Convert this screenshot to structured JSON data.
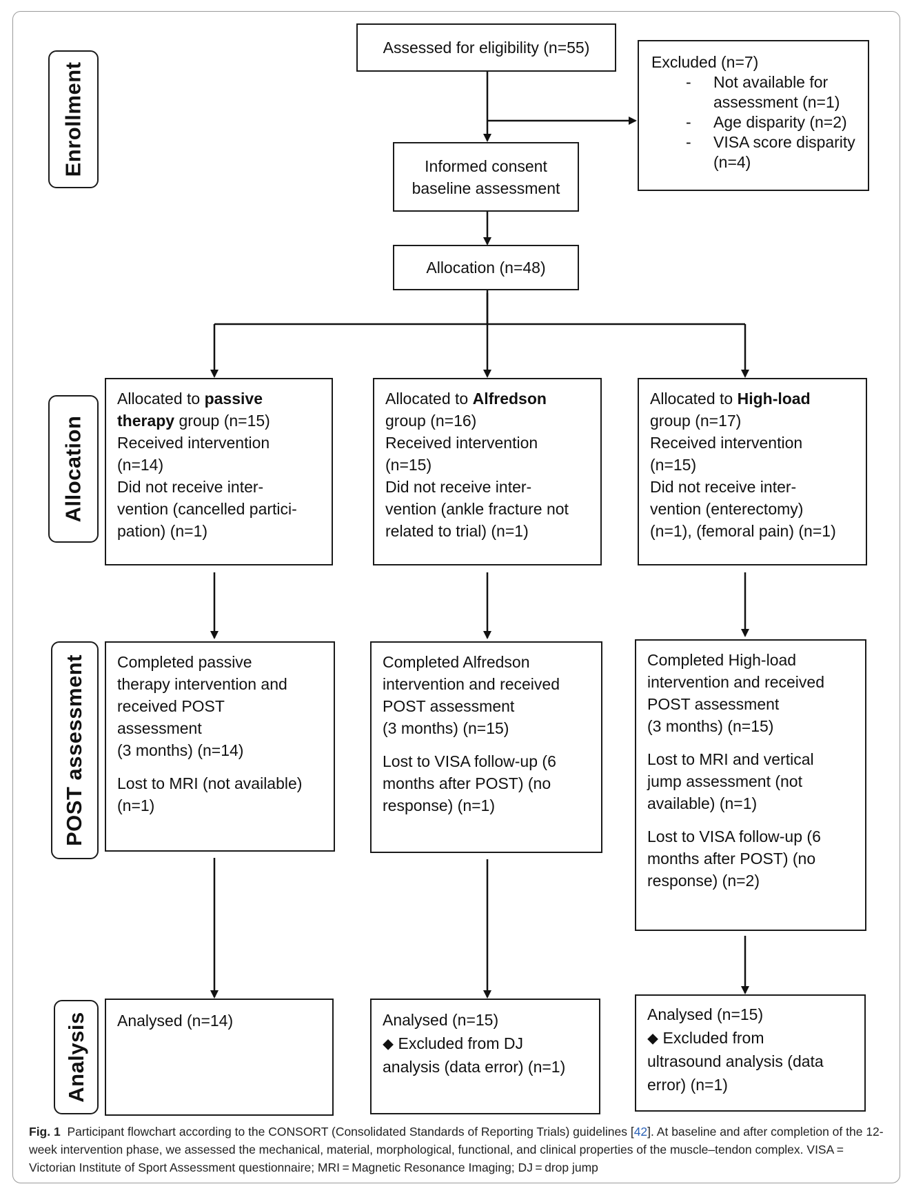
{
  "stages": {
    "enrollment": "Enrollment",
    "allocation": "Allocation",
    "post": "POST assessment",
    "analysis": "Analysis"
  },
  "enrollment": {
    "assessed": "Assessed for eligibility (n=55)",
    "excluded_title": "Excluded (n=7)",
    "excluded_items": [
      "Not available for assessment (n=1)",
      "Age disparity (n=2)",
      "VISA score disparity (n=4)"
    ],
    "excluded_item_lines": [
      [
        "Not available for",
        "assessment (n=1)"
      ],
      [
        "Age disparity (n=2)"
      ],
      [
        "VISA score disparity",
        "(n=4)"
      ]
    ],
    "consent_line1": "Informed consent",
    "consent_line2": "baseline assessment",
    "allocation": "Allocation (n=48)"
  },
  "groups": [
    {
      "alloc_prefix": "Allocated to ",
      "alloc_bold_a": "passive",
      "alloc_bold_b": "therapy",
      "alloc_rest": " group (n=15)",
      "received_line1": "Received intervention",
      "received_line2": "(n=14)",
      "not_received_lines": [
        "Did not receive inter-",
        "vention (cancelled partici-",
        "pation) (n=1)"
      ],
      "post_lines": [
        "Completed passive",
        "therapy intervention and",
        "received POST",
        "assessment",
        "(3 months) (n=14)"
      ],
      "post_lost": [
        [
          "Lost to MRI (not available)",
          "(n=1)"
        ]
      ],
      "analysis_title": "Analysed (n=14)",
      "analysis_excluded_lines": []
    },
    {
      "alloc_prefix": "Allocated to ",
      "alloc_bold_a": "Alfredson",
      "alloc_bold_b": "",
      "alloc_rest": "group (n=16)",
      "received_line1": "Received intervention",
      "received_line2": "(n=15)",
      "not_received_lines": [
        "Did not receive inter-",
        "vention (ankle fracture not",
        "related to trial) (n=1)"
      ],
      "post_lines": [
        "Completed Alfredson",
        "intervention and received",
        "POST assessment",
        "(3 months) (n=15)"
      ],
      "post_lost": [
        [
          "Lost to VISA follow-up (6",
          "months after POST) (no",
          "response) (n=1)"
        ]
      ],
      "analysis_title": "Analysed (n=15)",
      "analysis_excluded_lines": [
        "⬥ Excluded from DJ",
        "analysis (data error) (n=1)"
      ]
    },
    {
      "alloc_prefix": "Allocated to ",
      "alloc_bold_a": "High-load",
      "alloc_bold_b": "",
      "alloc_rest": "group (n=17)",
      "received_line1": "Received intervention",
      "received_line2": "(n=15)",
      "not_received_lines": [
        "Did not receive inter-",
        "vention (enterectomy)",
        "(n=1), (femoral pain) (n=1)"
      ],
      "post_lines": [
        "Completed High-load",
        "intervention and received",
        "POST assessment",
        "(3 months) (n=15)"
      ],
      "post_lost": [
        [
          "Lost to MRI and vertical",
          "jump assessment (not",
          "available) (n=1)"
        ],
        [
          "Lost to VISA follow-up (6",
          "months after POST) (no",
          "response) (n=2)"
        ]
      ],
      "analysis_title": "Analysed (n=15)",
      "analysis_excluded_lines": [
        "⬥ Excluded from",
        "ultrasound analysis (data",
        "error) (n=1)"
      ]
    }
  ],
  "caption": {
    "label": "Fig. 1",
    "text_before_ref": "Participant flowchart according to the CONSORT (Consolidated Standards of Reporting Trials) guidelines [",
    "ref": "42",
    "text_after_ref": "]. At baseline and after completion of the 12-week intervention phase, we assessed the mechanical, material, morphological, functional, and clinical properties of the muscle–tendon complex. VISA = Victorian Institute of Sport Assessment questionnaire; MRI = Magnetic Resonance Imaging; DJ = drop jump"
  }
}
